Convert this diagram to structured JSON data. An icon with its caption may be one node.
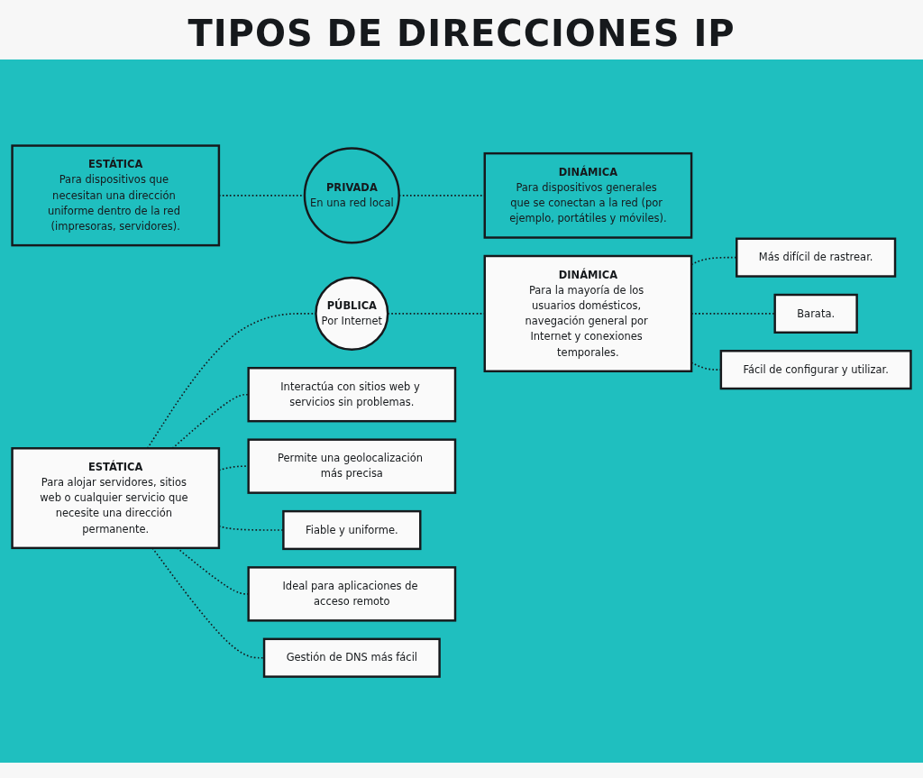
{
  "diagram": {
    "title": "TIPOS DE DIRECCIONES IP",
    "nodes": [
      {
        "text": [
          "ESTÁTICA",
          "Para dispositivos que necesitan una dirección uniforme dentro de la red (impresoras, servidores)."
        ]
      },
      {
        "text": [
          "PRIVADA",
          "En una red local"
        ]
      },
      {
        "text": [
          "DINÁMICA",
          "Para dispositivos generales que se conectan a la red (por ejemplo, portátiles y móviles)."
        ]
      },
      {
        "text": [
          "ESTÁTICA",
          "Para alojar servidores, sitios web o cualquier servicio que necesite una dirección permanente."
        ]
      },
      {
        "text": [
          "PÚBLICA",
          "Por Internet"
        ]
      },
      {
        "text": [
          "DINÁMICA",
          "Para la mayoría de los usuarios domésticos, navegación general por Internet y conexiones temporales."
        ]
      },
      {
        "text": [
          "Interactúa con sitios web y servicios sin problemas."
        ]
      },
      {
        "text": [
          "Permite una geolocalización más precisa"
        ]
      },
      {
        "text": [
          "Más difícil de rastrear."
        ]
      },
      {
        "text": [
          "Fiable y uniforme."
        ]
      },
      {
        "text": [
          "Ideal para aplicaciones de acceso remoto"
        ]
      },
      {
        "text": [
          "Barata."
        ]
      },
      {
        "text": [
          "Gestión de DNS más fácil"
        ]
      },
      {
        "text": [
          "Fácil de configurar y utilizar."
        ]
      }
    ],
    "edges": [
      {
        "from": 0,
        "to": 1,
        "arrow": "none",
        "style": "dashed"
      },
      {
        "from": 1,
        "to": 2,
        "arrow": "none",
        "style": "dashed"
      },
      {
        "from": 3,
        "to": 4,
        "arrow": "none",
        "style": "dashed"
      },
      {
        "from": 4,
        "to": 5,
        "arrow": "none",
        "style": "dashed"
      },
      {
        "from": 3,
        "to": 6,
        "arrow": "none",
        "style": "dashed"
      },
      {
        "from": 3,
        "to": 9,
        "arrow": "none",
        "style": "dashed"
      },
      {
        "from": 3,
        "to": 12,
        "arrow": "none",
        "style": "dashed"
      },
      {
        "from": 3,
        "to": 7,
        "arrow": "none",
        "style": "dashed"
      },
      {
        "from": 3,
        "to": 10,
        "arrow": "none",
        "style": "dashed"
      },
      {
        "from": 5,
        "to": 8,
        "arrow": "none",
        "style": "dashed"
      },
      {
        "from": 5,
        "to": 11,
        "arrow": "none",
        "style": "dashed"
      },
      {
        "from": 5,
        "to": 13,
        "arrow": "none",
        "style": "dashed"
      }
    ]
  }
}
